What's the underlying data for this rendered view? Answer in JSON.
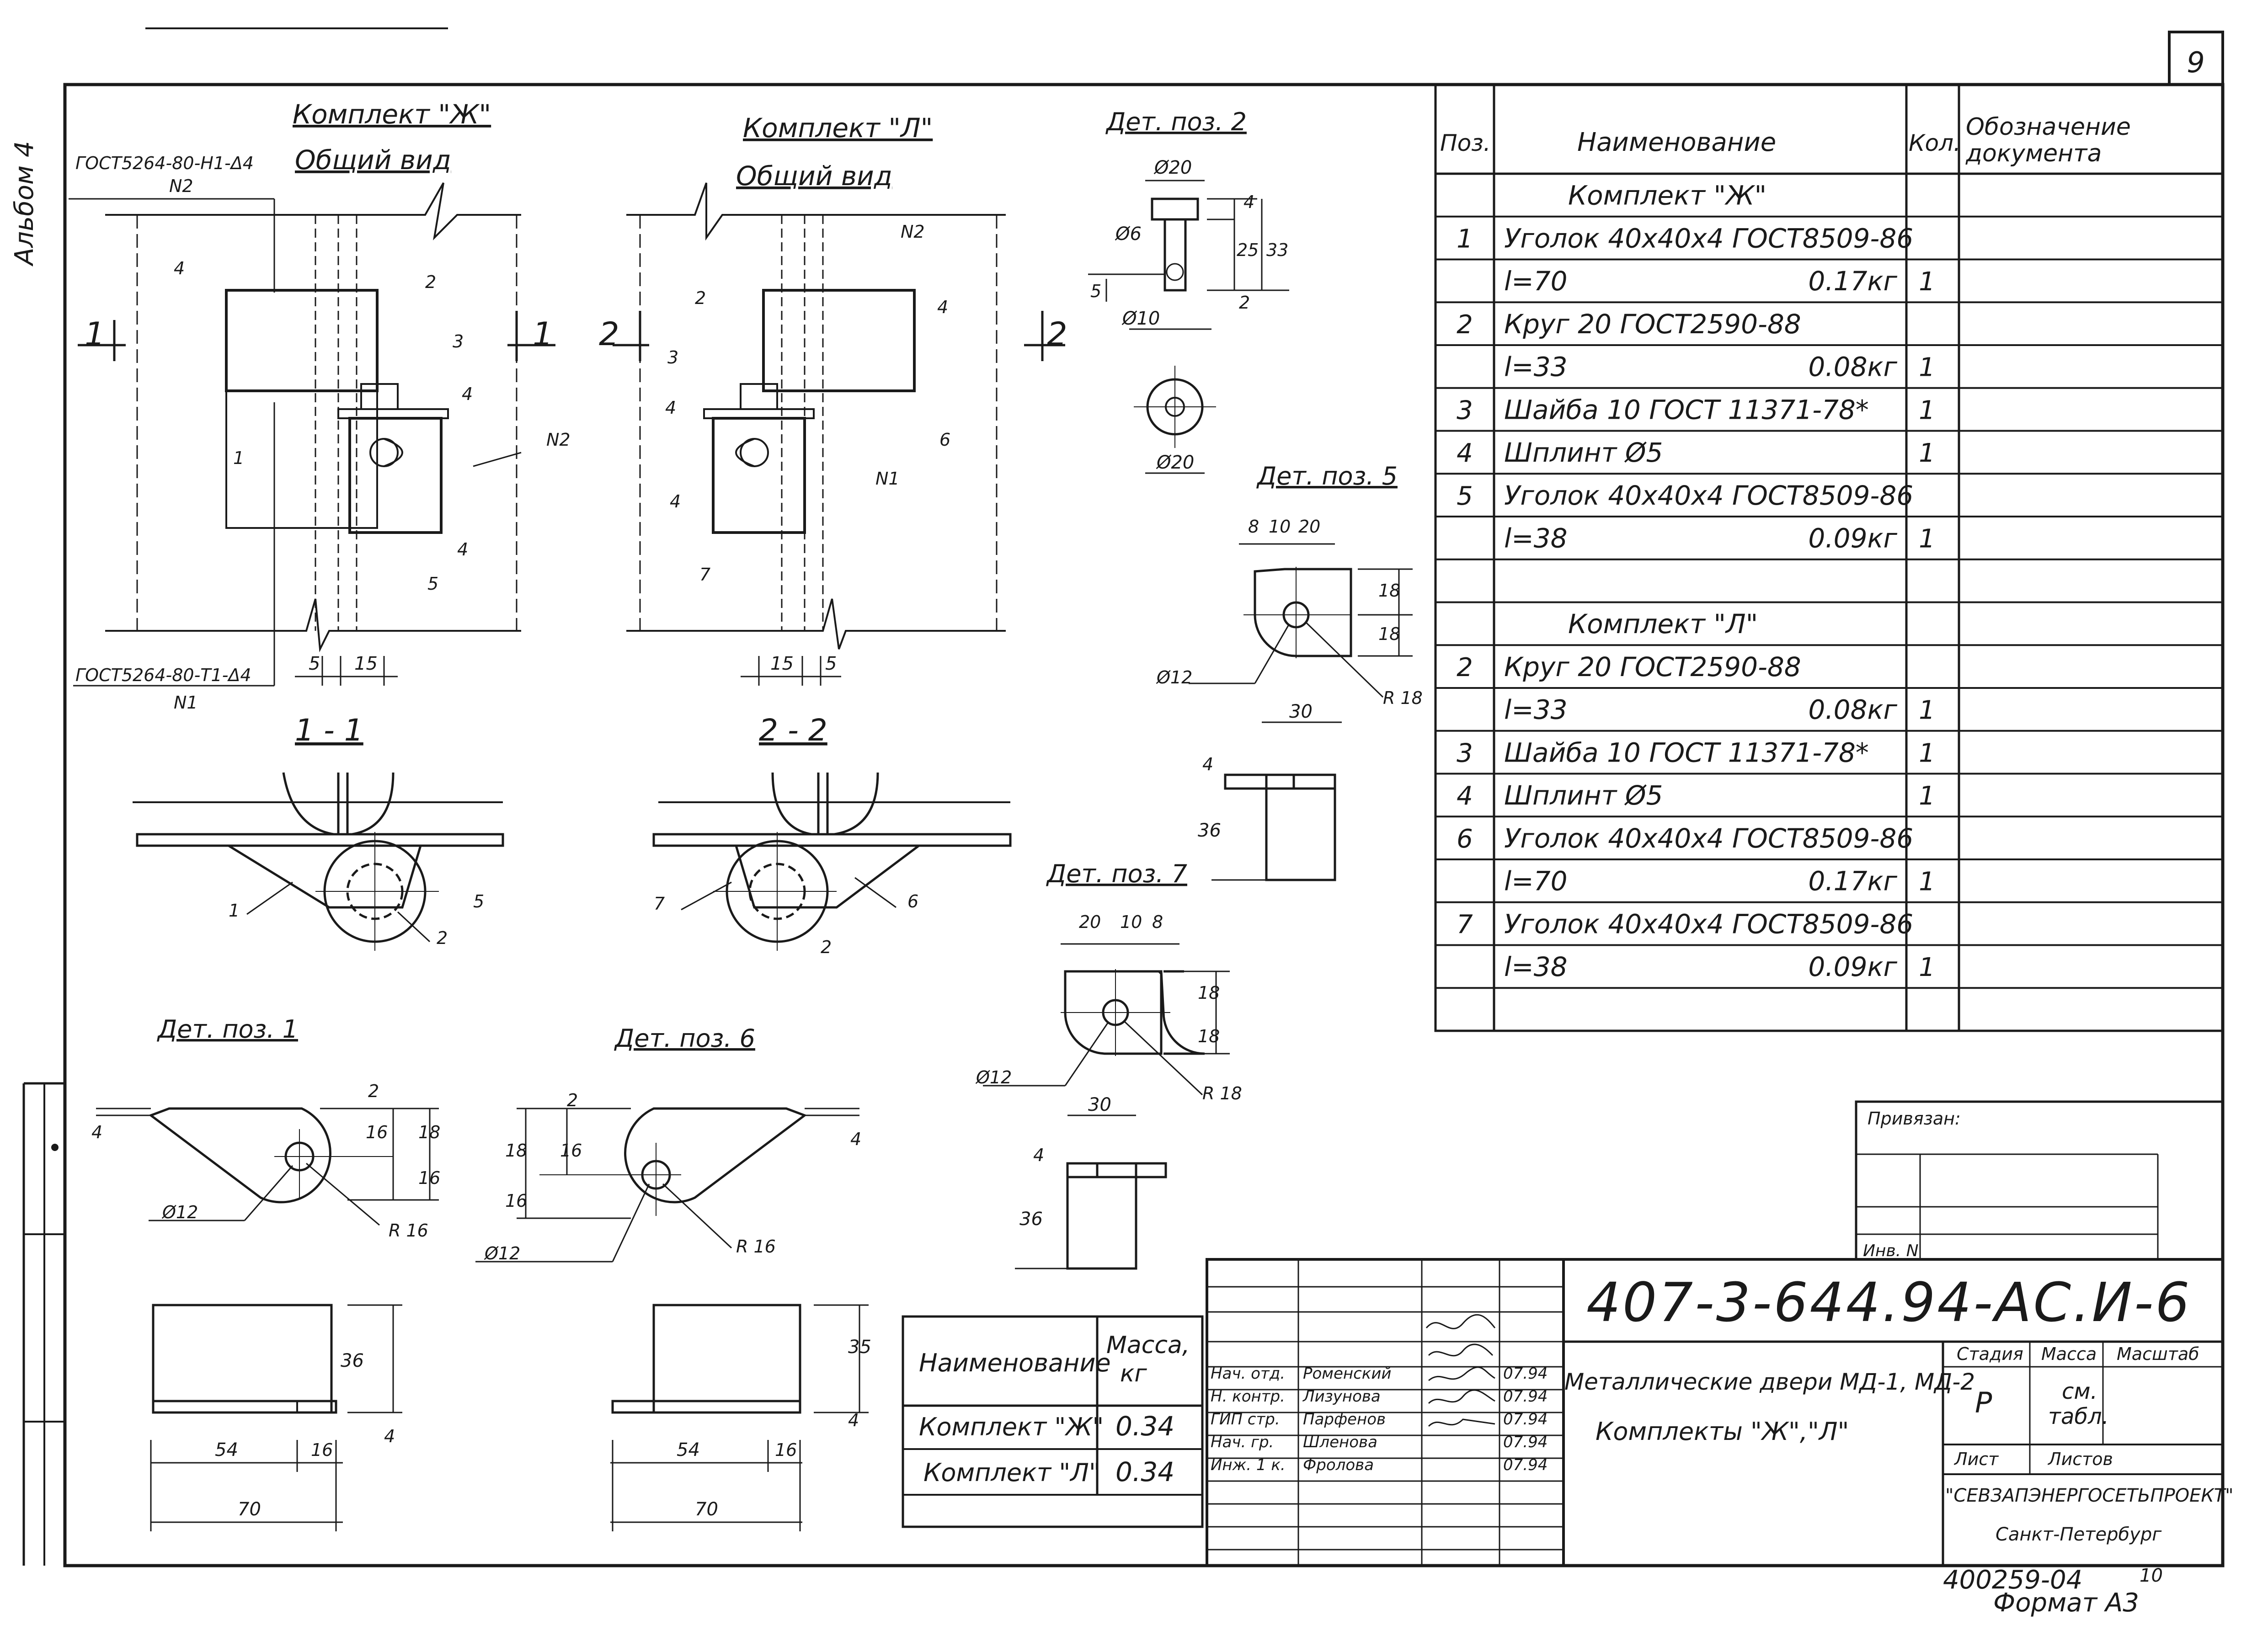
{
  "sheet": {
    "number": "9",
    "album": "Альбом 4",
    "format": "Формат А3",
    "archive_no": "400259-04",
    "archive_sub": "10"
  },
  "drawing": {
    "titles": {
      "set_zh": "Комплект \"Ж\"",
      "general_view_zh": "Общий вид",
      "set_l": "Комплект \"Л\"",
      "general_view_l": "Общий вид",
      "det2": "Дет. поз. 2",
      "det5": "Дет. поз. 5",
      "det7": "Дет. поз. 7",
      "det1": "Дет. поз. 1",
      "det6": "Дет. поз. 6",
      "sec1": "1 - 1",
      "sec2": "2 - 2"
    },
    "weld_notes": {
      "top_zh": "ГОСТ5264-80-Н1-Δ4",
      "top_zh_n": "N2",
      "bottom_zh": "ГОСТ5264-80-Т1-Δ4",
      "bottom_zh_n": "N1",
      "n2_right": "N2",
      "n2_l": "N2",
      "n1_l": "N1"
    },
    "section_marks": {
      "one": "1",
      "two": "2"
    },
    "pos_labels": [
      "1",
      "2",
      "3",
      "4",
      "5",
      "6",
      "7"
    ],
    "dims": {
      "d20": "Ø20",
      "d6": "Ø6",
      "d10": "Ø10",
      "d12": "Ø12",
      "r18": "R 18",
      "r16": "R 16",
      "v4": "4",
      "v5": "5",
      "v15": "15",
      "v25": "25",
      "v33": "33",
      "v2": "2",
      "v8": "8",
      "v10": "10",
      "v20": "20",
      "v18": "18",
      "v30": "30",
      "v36": "36",
      "v16": "16",
      "v54": "54",
      "v70": "70",
      "v35": "35"
    }
  },
  "spec_table": {
    "headers": {
      "pos": "Поз.",
      "name": "Наименование",
      "qty": "Кол.",
      "doc": "Обозначение документа"
    },
    "rows": [
      {
        "pos": "",
        "name": "Комплект \"Ж\"",
        "weight": "",
        "qty": "",
        "center": true
      },
      {
        "pos": "1",
        "name": "Уголок 40х40х4 ГОСТ8509-86",
        "weight": "",
        "qty": ""
      },
      {
        "pos": "",
        "name": "l=70",
        "weight": "0.17кг",
        "qty": "1"
      },
      {
        "pos": "2",
        "name": "Круг 20   ГОСТ2590-88",
        "weight": "",
        "qty": ""
      },
      {
        "pos": "",
        "name": "l=33",
        "weight": "0.08кг",
        "qty": "1"
      },
      {
        "pos": "3",
        "name": "Шайба 10 ГОСТ 11371-78*",
        "weight": "",
        "qty": "1"
      },
      {
        "pos": "4",
        "name": "Шплинт Ø5",
        "weight": "",
        "qty": "1"
      },
      {
        "pos": "5",
        "name": "Уголок 40х40х4 ГОСТ8509-86",
        "weight": "",
        "qty": ""
      },
      {
        "pos": "",
        "name": "l=38",
        "weight": "0.09кг",
        "qty": "1"
      },
      {
        "pos": "",
        "name": "",
        "weight": "",
        "qty": ""
      },
      {
        "pos": "",
        "name": "Комплект \"Л\"",
        "weight": "",
        "qty": "",
        "center": true
      },
      {
        "pos": "2",
        "name": "Круг 20   ГОСТ2590-88",
        "weight": "",
        "qty": ""
      },
      {
        "pos": "",
        "name": "l=33",
        "weight": "0.08кг",
        "qty": "1"
      },
      {
        "pos": "3",
        "name": "Шайба 10 ГОСТ 11371-78*",
        "weight": "",
        "qty": "1"
      },
      {
        "pos": "4",
        "name": "Шплинт Ø5",
        "weight": "",
        "qty": "1"
      },
      {
        "pos": "6",
        "name": "Уголок 40х40х4 ГОСТ8509-86",
        "weight": "",
        "qty": ""
      },
      {
        "pos": "",
        "name": "l=70",
        "weight": "0.17кг",
        "qty": "1"
      },
      {
        "pos": "7",
        "name": "Уголок 40х40х4 ГОСТ8509-86",
        "weight": "",
        "qty": ""
      },
      {
        "pos": "",
        "name": "l=38",
        "weight": "0.09кг",
        "qty": "1"
      },
      {
        "pos": "",
        "name": "",
        "weight": "",
        "qty": ""
      }
    ]
  },
  "mass_table": {
    "headers": {
      "name": "Наименование",
      "mass": "Масса, кг"
    },
    "rows": [
      {
        "name": "Комплект \"Ж\"",
        "mass": "0.34"
      },
      {
        "name": "Комплект \"Л\"",
        "mass": "0.34"
      }
    ]
  },
  "title_block": {
    "attached": "Привязан:",
    "inv_no": "Инв. N",
    "code": "407-3-644.94-АС.И-6",
    "title_line1": "Металлические двери МД-1, МД-2",
    "title_line2": "Комплекты \"Ж\",\"Л\"",
    "stage_hdr": "Стадия",
    "mass_hdr": "Масса",
    "scale_hdr": "Масштаб",
    "stage": "Р",
    "mass_val": "см. табл.",
    "sheet_hdr": "Лист",
    "sheets_hdr": "Листов",
    "org": "\"СЕВЗАПЭНЕРГОСЕТЬПРОЕКТ\"",
    "city": "Санкт-Петербург",
    "signers": [
      {
        "role": "Нач. отд.",
        "name": "Роменский",
        "date": "07.94"
      },
      {
        "role": "Н. контр.",
        "name": "Лизунова",
        "date": "07.94"
      },
      {
        "role": "ГИП стр.",
        "name": "Парфенов",
        "date": "07.94"
      },
      {
        "role": "Нач. гр.",
        "name": "Шленова",
        "date": "07.94"
      },
      {
        "role": "Инж. 1 к.",
        "name": "Фролова",
        "date": "07.94"
      }
    ]
  }
}
